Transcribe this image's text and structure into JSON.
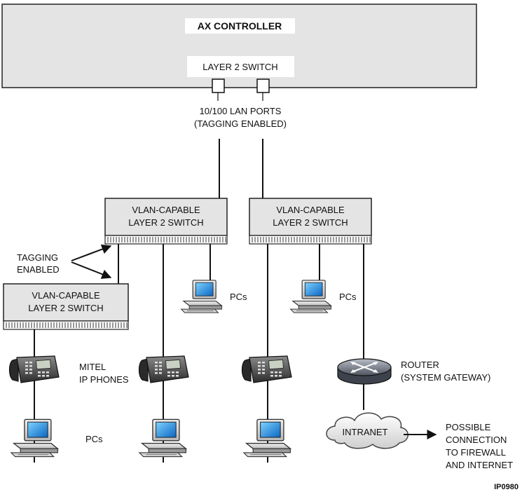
{
  "controller": {
    "title": "AX CONTROLLER",
    "switch_label": "LAYER 2 SWITCH",
    "ports_label_line1": "10/100 LAN PORTS",
    "ports_label_line2": "(TAGGING ENABLED)"
  },
  "switches": {
    "left_line1": "VLAN-CAPABLE",
    "left_line2": "LAYER 2 SWITCH",
    "right_line1": "VLAN-CAPABLE",
    "right_line2": "LAYER 2 SWITCH",
    "lower_line1": "VLAN-CAPABLE",
    "lower_line2": "LAYER 2 SWITCH"
  },
  "labels": {
    "tagging_line1": "TAGGING",
    "tagging_line2": "ENABLED",
    "pcs_mid": "PCs",
    "pcs_right": "PCs",
    "pcs_bottom": "PCs",
    "phones_line1": "MITEL",
    "phones_line2": "IP PHONES",
    "router_line1": "ROUTER",
    "router_line2": "(SYSTEM GATEWAY)",
    "intranet": "INTRANET",
    "conn_line1": "POSSIBLE",
    "conn_line2": "CONNECTION",
    "conn_line3": "TO FIREWALL",
    "conn_line4": "AND INTERNET",
    "figure_id": "IP0980"
  },
  "icons": {
    "pc": "desktop-computer-icon",
    "phone": "ip-phone-icon",
    "router": "router-icon",
    "cloud": "intranet-cloud-icon"
  }
}
